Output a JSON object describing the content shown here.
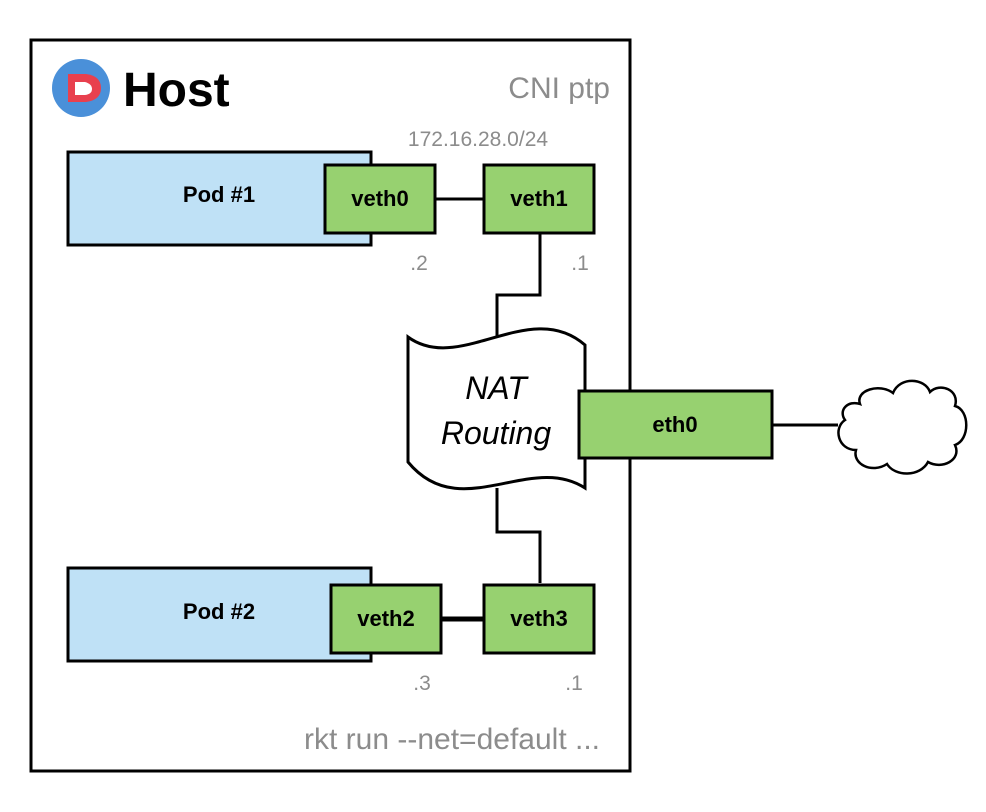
{
  "host": {
    "title": "Host",
    "plugin_label": "CNI ptp",
    "subnet": "172.16.28.0/24",
    "command": "rkt run --net=default ...",
    "logo_icon": "rkt-logo-icon"
  },
  "pods": [
    {
      "label": "Pod #1",
      "iface": "veth0",
      "iface_ip": ".2",
      "host_iface": "veth1",
      "host_ip": ".1"
    },
    {
      "label": "Pod #2",
      "iface": "veth2",
      "iface_ip": ".3",
      "host_iface": "veth3",
      "host_ip": ".1"
    }
  ],
  "nat": {
    "line1": "NAT",
    "line2": "Routing"
  },
  "uplink": {
    "label": "eth0"
  },
  "external_network_icon": "cloud-icon",
  "colors": {
    "pod_fill": "#bfe1f6",
    "iface_fill": "#97d170",
    "gray_text": "#8c8c8c",
    "logo_blue": "#4a90d9",
    "logo_red": "#e8404e"
  }
}
